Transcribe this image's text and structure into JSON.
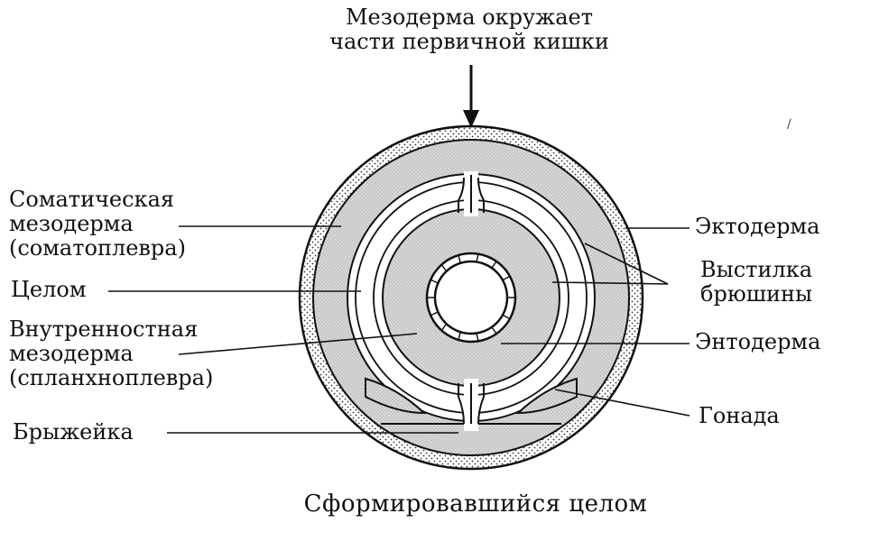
{
  "diagram": {
    "top_label_line1": "Мезодерма окружает",
    "top_label_line2": "части первичной кишки",
    "somatic_line1": "Соматическая",
    "somatic_line2": "мезодерма",
    "somatic_line3": "(соматоплевра)",
    "coelom": "Целом",
    "visceral_line1": "Внутренностная",
    "visceral_line2": "мезодерма",
    "visceral_line3": "(спланхноплевра)",
    "mesentery": "Брыжейка",
    "ectoderm": "Эктодерма",
    "peritoneum_line1": "Выстилка",
    "peritoneum_line2": "брюшины",
    "endoderm": "Энтодерма",
    "gonad": "Гонада",
    "caption": "Сформировавшийся целом"
  }
}
